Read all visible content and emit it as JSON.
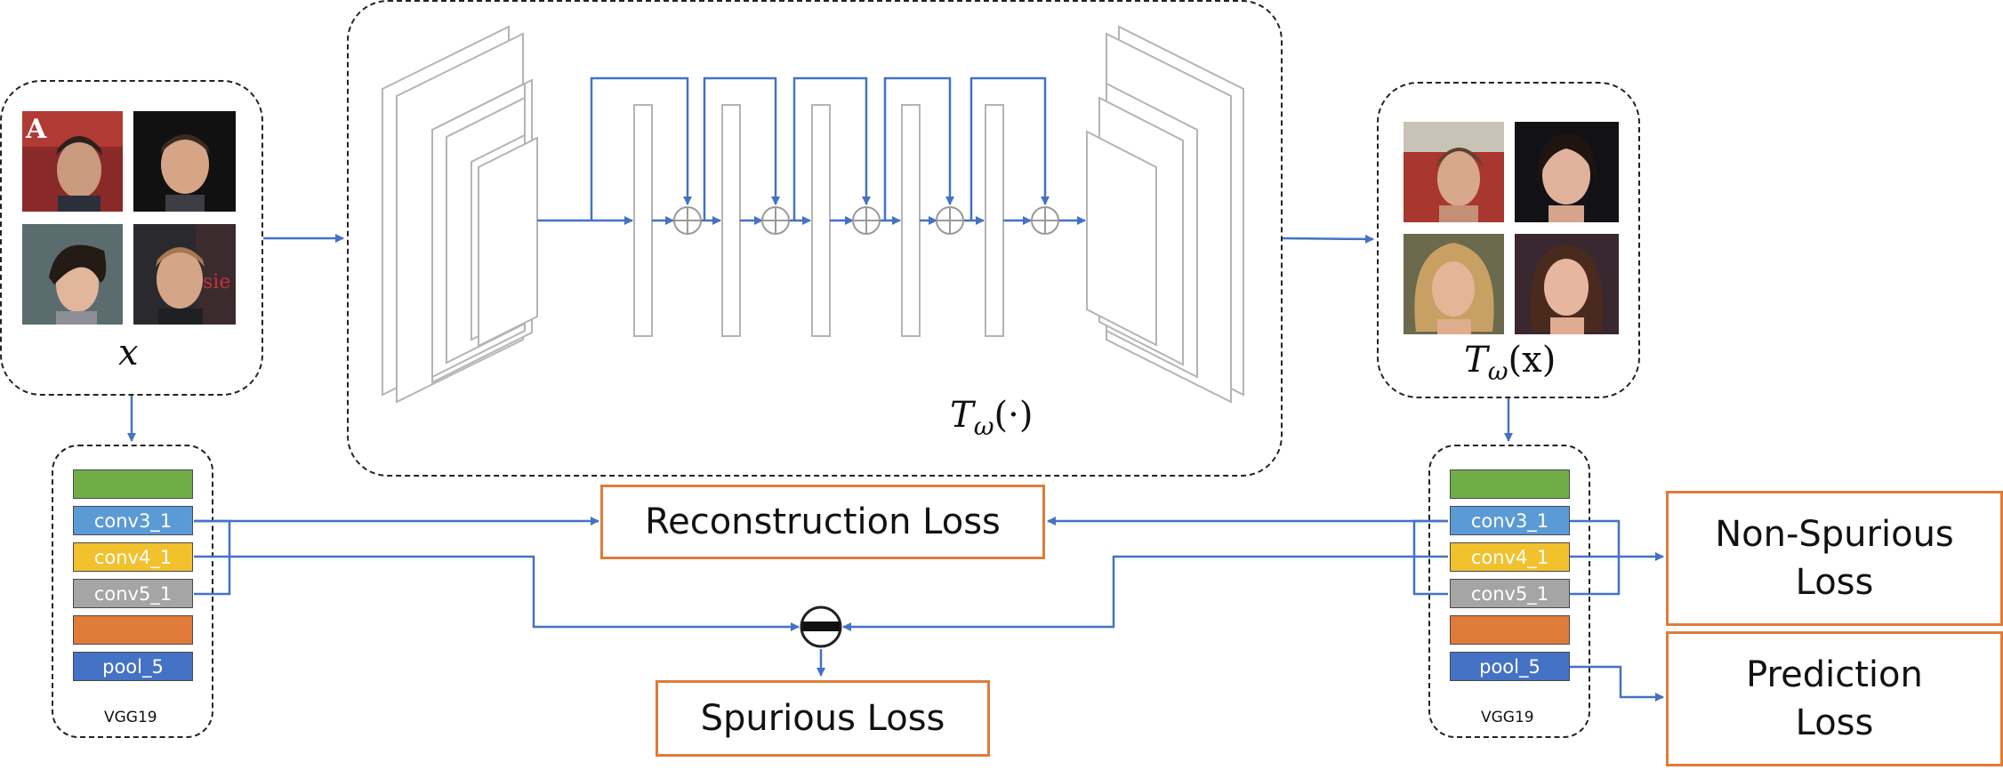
{
  "colors": {
    "arrow": "#4472c4",
    "loss_border": "#e07b39",
    "layer_green": "#70ad47",
    "layer_lightblue": "#5b9bd5",
    "layer_yellow": "#f2c12e",
    "layer_gray": "#a5a5a5",
    "layer_orange": "#e07b39",
    "layer_blue": "#4472c4",
    "network_gray": "#b4b4b4"
  },
  "input": {
    "label": "x"
  },
  "output": {
    "label": "T_ω(x)"
  },
  "generator": {
    "label": "T_ω(·)"
  },
  "vgg_left": {
    "caption": "VGG19",
    "layers": [
      {
        "label": "",
        "color": "layer_green"
      },
      {
        "label": "conv3_1",
        "color": "layer_lightblue"
      },
      {
        "label": "conv4_1",
        "color": "layer_yellow"
      },
      {
        "label": "conv5_1",
        "color": "layer_gray"
      },
      {
        "label": "",
        "color": "layer_orange"
      },
      {
        "label": "pool_5",
        "color": "layer_blue"
      }
    ]
  },
  "vgg_right": {
    "caption": "VGG19",
    "layers": [
      {
        "label": "",
        "color": "layer_green"
      },
      {
        "label": "conv3_1",
        "color": "layer_lightblue"
      },
      {
        "label": "conv4_1",
        "color": "layer_yellow"
      },
      {
        "label": "conv5_1",
        "color": "layer_gray"
      },
      {
        "label": "",
        "color": "layer_orange"
      },
      {
        "label": "pool_5",
        "color": "layer_blue"
      }
    ]
  },
  "losses": {
    "reconstruction": "Reconstruction Loss",
    "spurious": "Spurious Loss",
    "non_spurious_line1": "Non-Spurious",
    "non_spurious_line2": "Loss",
    "prediction_line1": "Prediction",
    "prediction_line2": "Loss"
  },
  "icons": {
    "plus": "circled-plus-icon",
    "minus": "circled-minus-icon"
  }
}
